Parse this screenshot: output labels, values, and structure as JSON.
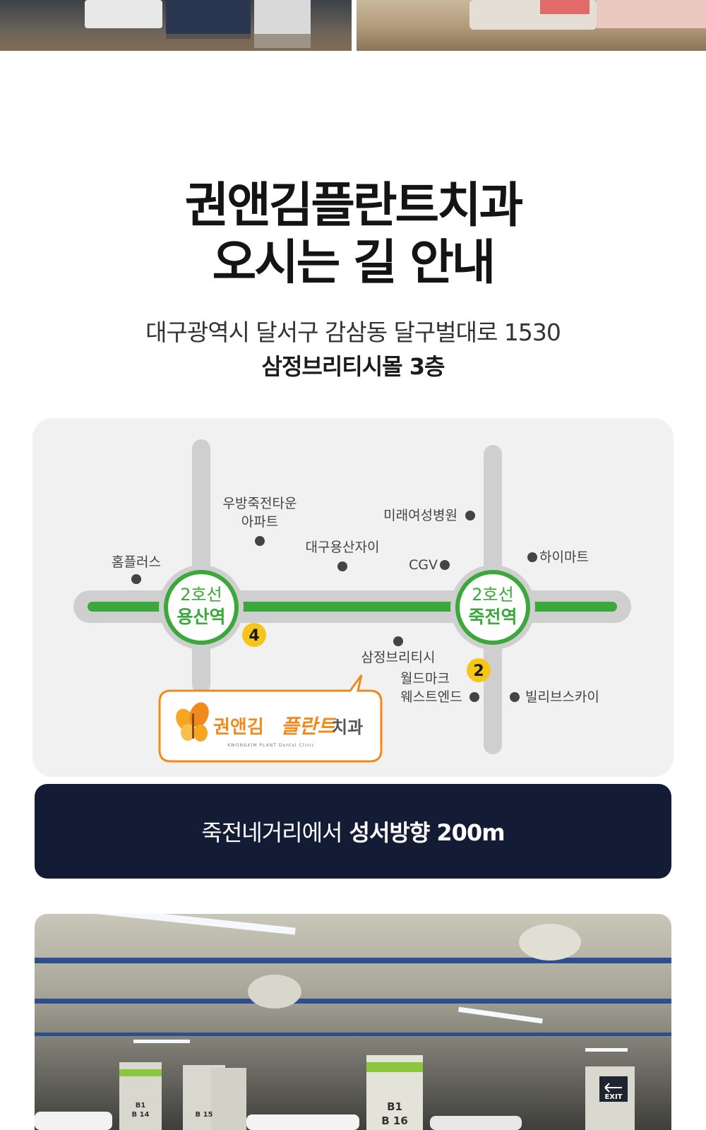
{
  "title": {
    "line1": "권앤김플란트치과",
    "line2": "오시는 길 안내"
  },
  "address": {
    "line1": "대구광역시 달서구 감삼동 달구벌대로 1530",
    "line2": "삼정브리티시몰 3층"
  },
  "map": {
    "station_left": {
      "line": "2호선",
      "name": "용산역",
      "exit": "4"
    },
    "station_right": {
      "line": "2호선",
      "name": "죽전역",
      "exit": "2"
    },
    "landmarks": {
      "homeplus": "홈플러스",
      "woobang_1": "우방죽전타운",
      "woobang_2": "아파트",
      "daegu_yongsan": "대구용산자이",
      "mirae": "미래여성병원",
      "cgv": "CGV",
      "haimart": "하이마트",
      "samjeong": "삼정브리티시",
      "worldmark_1": "월드마크",
      "worldmark_2": "웨스트엔드",
      "billy": "빌리브스카이"
    },
    "clinic_logo": {
      "part1": "권앤김",
      "part2": "플란트",
      "part3": "치과",
      "sub": "KWON&KIM PLANT Dental Clinic"
    },
    "colors": {
      "line_green": "#3aa83a",
      "exit_yellow": "#f5c518",
      "logo_orange": "#f08a1e"
    }
  },
  "directions": {
    "prefix": "죽전네거리에서",
    "bold": "성서방향 200m"
  },
  "parking_signs": {
    "b1_left": "B1",
    "b14": "B 14",
    "b15": "B 15",
    "b1_center": "B1",
    "b16": "B 16",
    "exit": "EXIT"
  },
  "colors": {
    "direction_bar": "#141c35",
    "map_card": "#f1f1f1"
  }
}
